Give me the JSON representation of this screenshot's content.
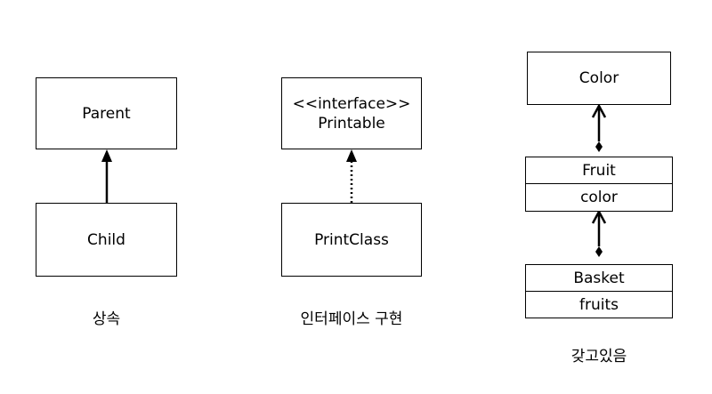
{
  "inheritance": {
    "parent": "Parent",
    "child": "Child",
    "caption": "상속"
  },
  "implementation": {
    "stereotype": "<<interface>>",
    "interface_name": "Printable",
    "class_name": "PrintClass",
    "caption": "인터페이스 구현"
  },
  "composition": {
    "color_class": "Color",
    "fruit_class": "Fruit",
    "fruit_attribute": "color",
    "basket_class": "Basket",
    "basket_attribute": "fruits",
    "caption": "갖고있음"
  }
}
